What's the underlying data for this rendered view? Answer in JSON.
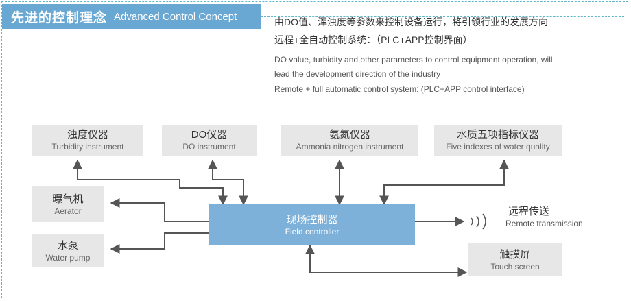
{
  "title": {
    "zh": "先进的控制理念",
    "en": "Advanced Control Concept"
  },
  "description": {
    "zh_line1": "由DO值、浑浊度等参数来控制设备运行，将引领行业的发展方向",
    "zh_line2": "远程+全自动控制系统：（PLC+APP控制界面）",
    "en_line1": "DO value, turbidity and other parameters to control equipment operation, will",
    "en_line2": "lead the development direction of the industry",
    "en_line3": "Remote + full automatic control system: (PLC+APP control interface)"
  },
  "nodes": {
    "turbidity": {
      "zh": "浊度仪器",
      "en": "Turbidity instrument"
    },
    "do": {
      "zh": "DO仪器",
      "en": "DO instrument"
    },
    "ammonia": {
      "zh": "氨氮仪器",
      "en": "Ammonia nitrogen instrument"
    },
    "quality": {
      "zh": "水质五项指标仪器",
      "en": "Five indexes of water quality"
    },
    "aerator": {
      "zh": "曝气机",
      "en": "Aerator"
    },
    "pump": {
      "zh": "水泵",
      "en": "Water pump"
    },
    "controller": {
      "zh": "现场控制器",
      "en": "Field controller"
    },
    "touch": {
      "zh": "触摸屏",
      "en": "Touch screen"
    },
    "remote": {
      "zh": "远程传送",
      "en": "Remote transmission"
    }
  },
  "colors": {
    "accent": "#6aa8d4",
    "controller": "#7eb1da",
    "box": "#e7e7e7",
    "line": "#555555",
    "frame": "#5fb6c9"
  }
}
